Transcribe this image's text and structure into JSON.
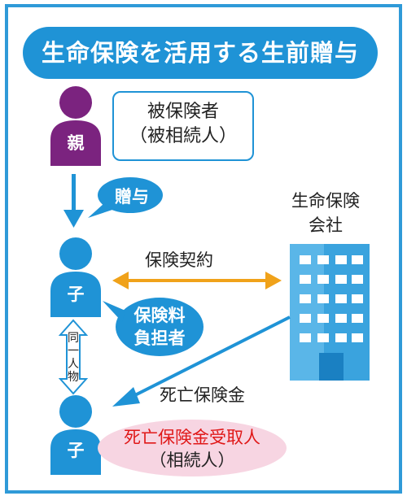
{
  "title": "生命保険を活用する生前贈与",
  "insured_box": {
    "line1": "被保険者",
    "line2": "（被相続人）"
  },
  "persons": {
    "parent": "親",
    "child_top": "子",
    "child_bottom": "子"
  },
  "gift_label": "贈与",
  "premium_payer": {
    "line1": "保険料",
    "line2": "負担者"
  },
  "same_person": [
    "同",
    "一",
    "人",
    "物"
  ],
  "company": {
    "line1": "生命保険",
    "line2": "会社"
  },
  "contract_label": "保険契約",
  "death_benefit_label": "死亡保険金",
  "receiver": {
    "line1": "死亡保険金受取人",
    "line2": "（相続人）"
  },
  "colors": {
    "blue": "#1f93d6",
    "purple": "#7b237f",
    "orange": "#f0a21a",
    "red": "#e01818",
    "pink": "#f7d5e2"
  }
}
